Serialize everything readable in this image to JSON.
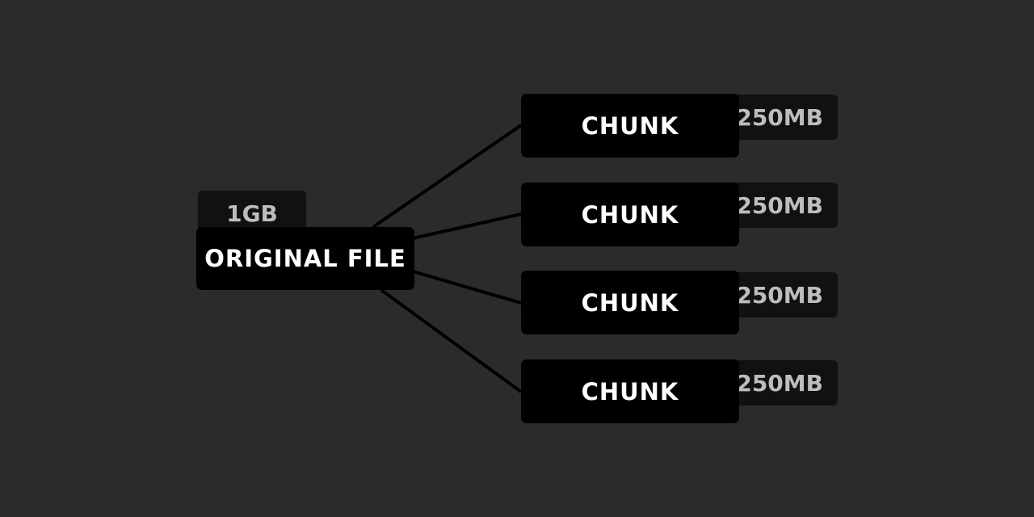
{
  "source": {
    "label": "ORIGINAL FILE",
    "size": "1GB"
  },
  "chunks": [
    {
      "label": "CHUNK",
      "size": "250MB"
    },
    {
      "label": "CHUNK",
      "size": "250MB"
    },
    {
      "label": "CHUNK",
      "size": "250MB"
    },
    {
      "label": "CHUNK",
      "size": "250MB"
    }
  ],
  "colors": {
    "background": "#2b2b2b",
    "node_fill": "#000000",
    "tag_fill": "#111111",
    "node_text": "#ffffff",
    "tag_text": "#bdbdbd",
    "connector": "#000000"
  }
}
